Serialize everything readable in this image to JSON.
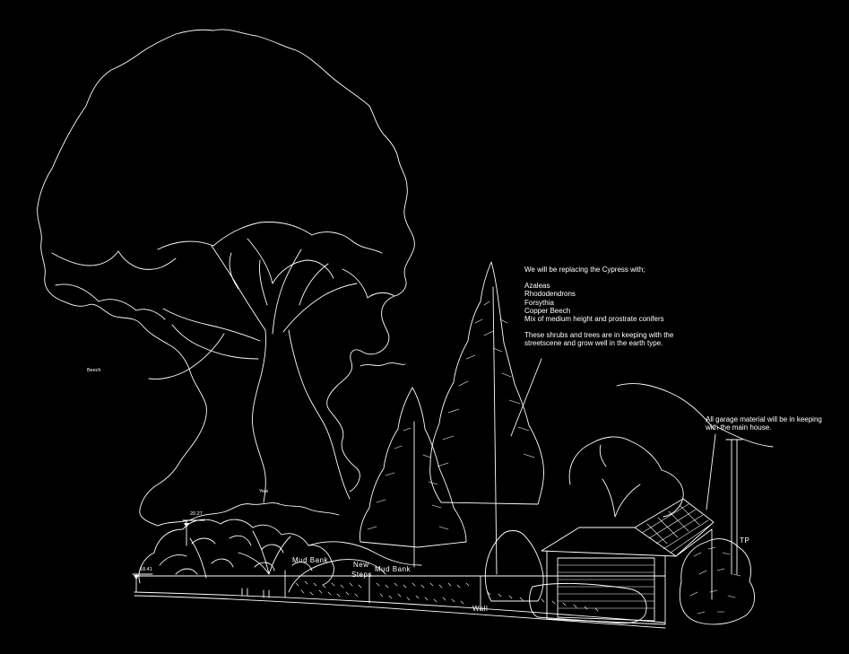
{
  "colors": {
    "background": "#000000",
    "linework": "#ffffff"
  },
  "notes": {
    "replacement_heading": "We will be replacing the Cypress with;",
    "plants": [
      "Azaleas",
      "Rhododendrons",
      "Forsythia",
      "Copper Beech",
      "Mix of medium height and prostrate conifers"
    ],
    "keeping_line_1": "These shrubs and trees are in keeping with the",
    "keeping_line_2": "streetscene and grow well in the earth type.",
    "garage_line_1": "All garage material will be in keeping",
    "garage_line_2": "with the main house."
  },
  "labels": {
    "beech": "Beech",
    "yew": "Yew",
    "mud_bank_1": "Mud  Bank",
    "mud_bank_2": "Mud  Bank",
    "new_steps_1": "New",
    "new_steps_2": "Steps",
    "telegraph_pole": "TP",
    "wall": "Wall",
    "level_1": "18.41",
    "level_2": "20.27"
  }
}
